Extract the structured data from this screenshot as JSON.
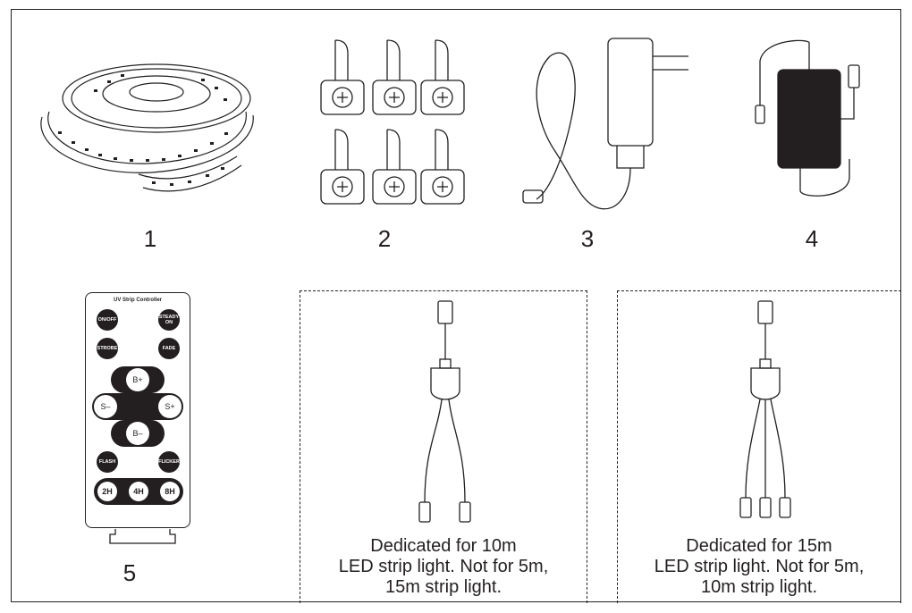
{
  "items": [
    {
      "number": "1",
      "name": "LED strip reel"
    },
    {
      "number": "2",
      "name": "mounting clips"
    },
    {
      "number": "3",
      "name": "power adapter"
    },
    {
      "number": "4",
      "name": "controller box"
    },
    {
      "number": "5",
      "name": "remote control"
    }
  ],
  "remote": {
    "title": "UV Strip Controller",
    "buttons": {
      "on_off": "ON/OFF",
      "steady_on": "STEADY ON",
      "strobe": "STROBE",
      "fade": "FADE",
      "b_plus": "B+",
      "s_minus": "S–",
      "s_plus": "S+",
      "b_minus": "B–",
      "flash": "FLASH",
      "flicker": "FLICKER",
      "t2h": "2H",
      "t4h": "4H",
      "t8h": "8H"
    }
  },
  "splitters": [
    {
      "lines": [
        "Dedicated for 10m",
        "LED strip light. Not for 5m,",
        "15m strip light."
      ]
    },
    {
      "lines": [
        "Dedicated for 15m",
        "LED strip light. Not for 5m,",
        "10m strip light."
      ]
    }
  ],
  "colors": {
    "ink": "#231f20",
    "background": "#ffffff"
  }
}
